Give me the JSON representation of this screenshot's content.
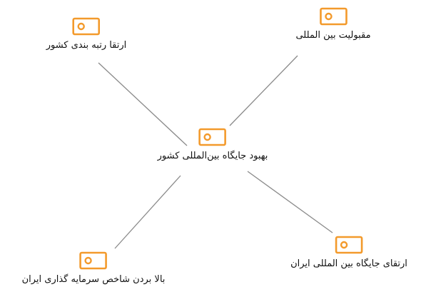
{
  "diagram": {
    "accent_color": "#f39a2c",
    "edge_color": "#8a8a8a",
    "center": {
      "label": "بهبود جایگاه بین‌المللی کشور",
      "icon": "tag-icon"
    },
    "branches": [
      {
        "label": "ارتقا رتبه بندی کشور",
        "icon": "tag-icon"
      },
      {
        "label": "مقبولیت بین المللی",
        "icon": "tag-icon"
      },
      {
        "label": "بالا بردن شاخص سرمایه گذاری ایران",
        "icon": "tag-icon"
      },
      {
        "label": "ارتقای جایگاه بین المللی ایران",
        "icon": "tag-icon"
      }
    ]
  }
}
